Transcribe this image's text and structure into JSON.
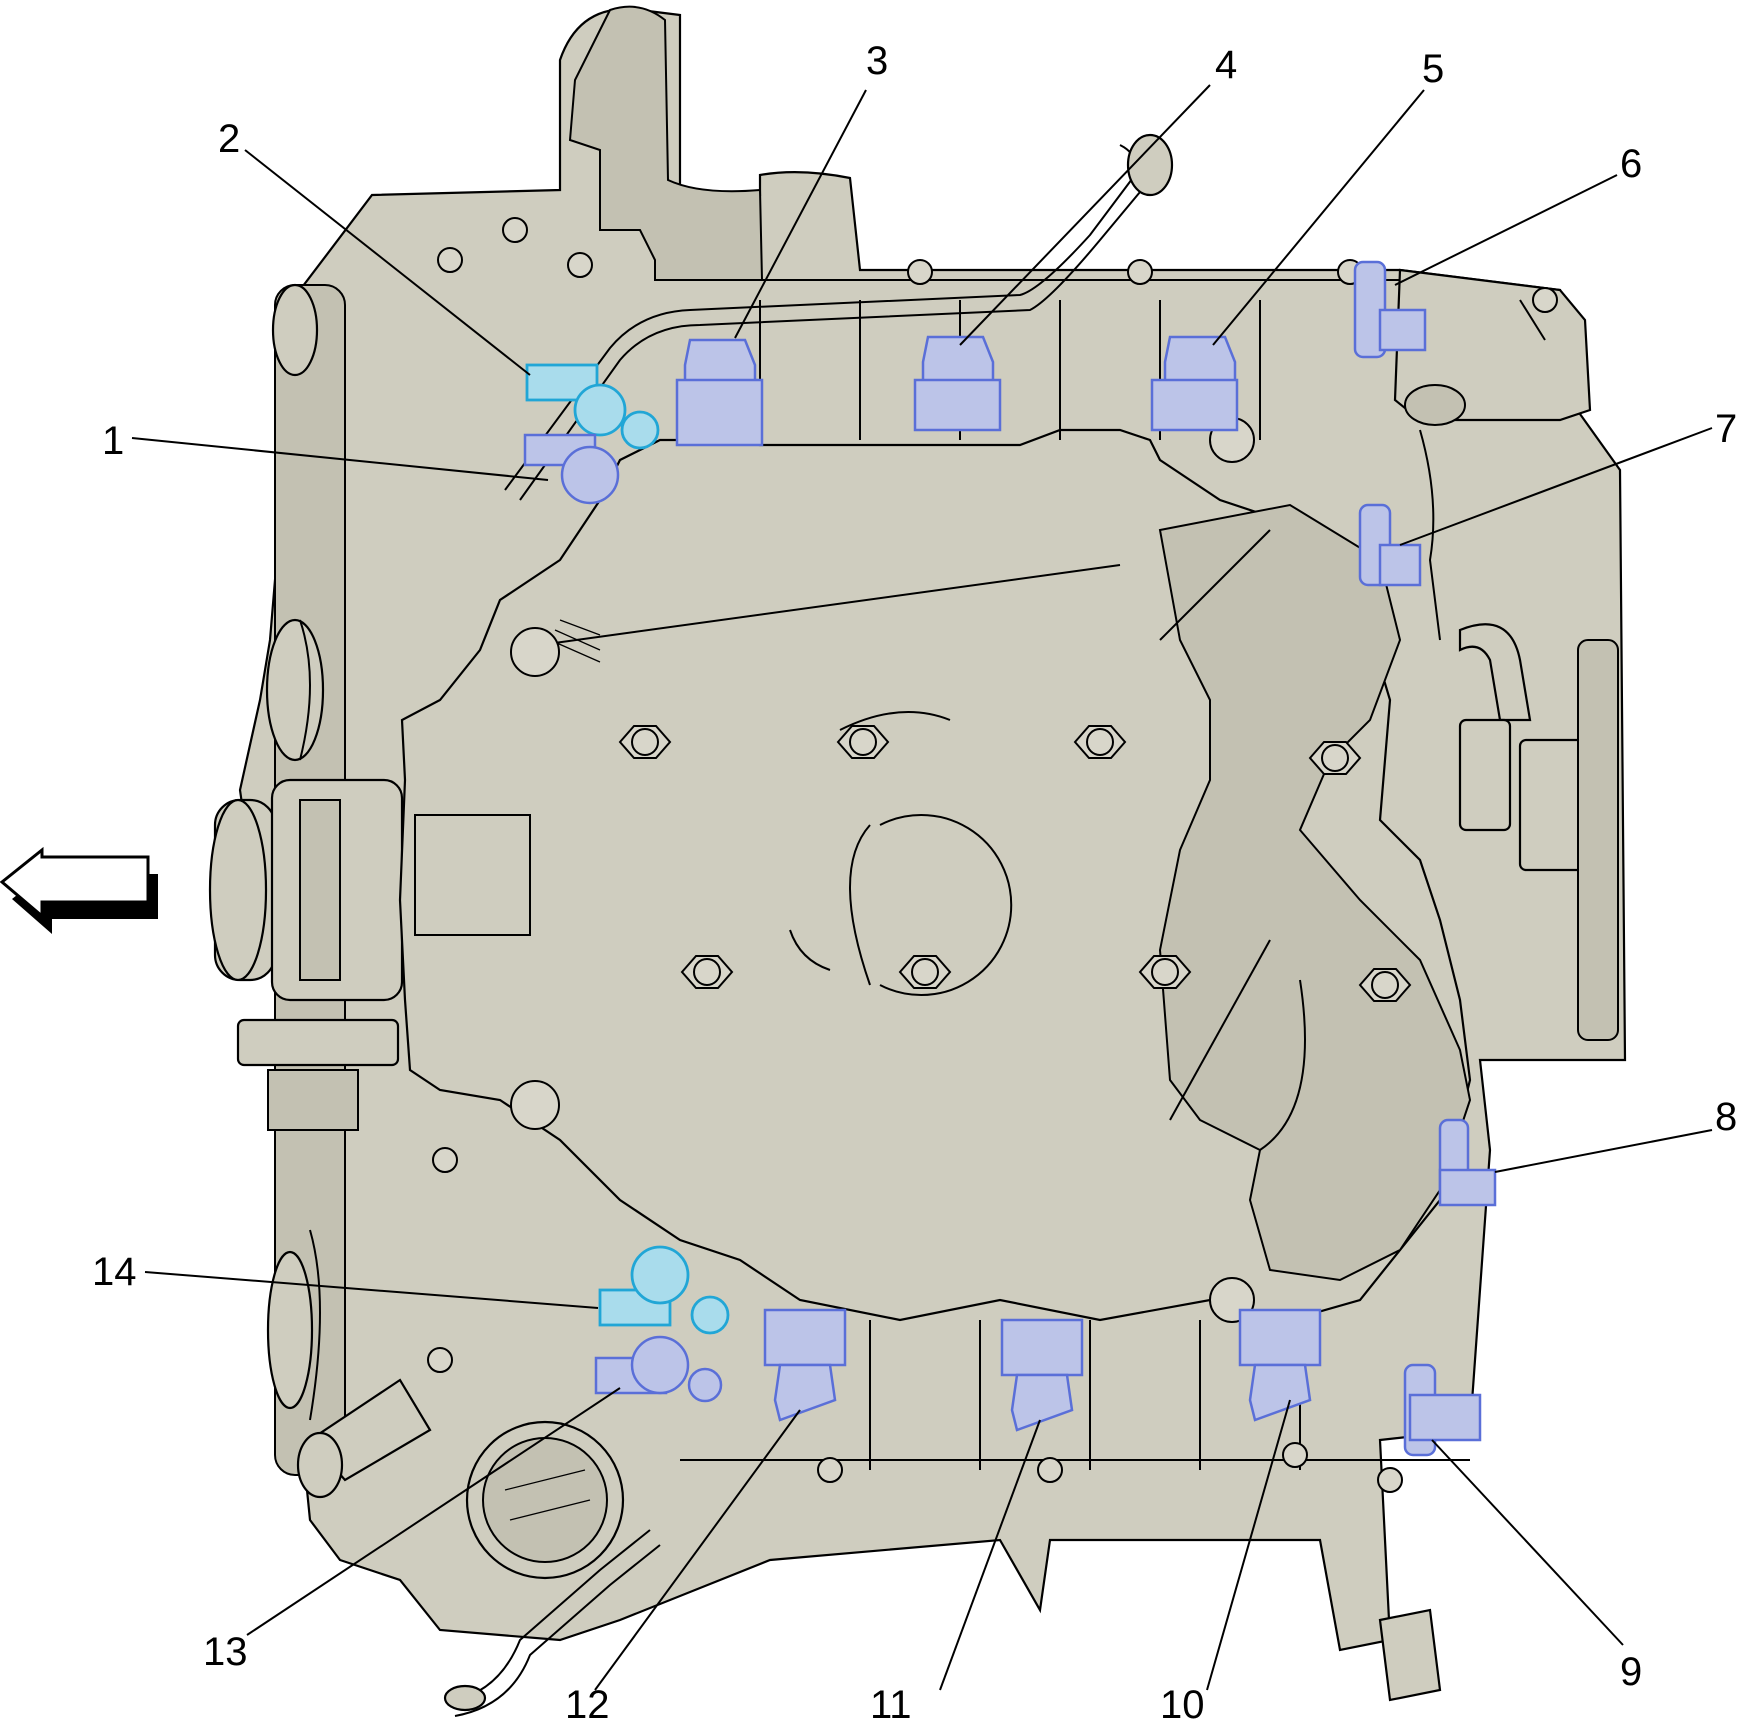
{
  "diagram": {
    "type": "engine component locator (top view)",
    "direction_arrow": "left",
    "colors": {
      "engine_fill": "#cfcdbf",
      "outline": "#000000",
      "component_blue": "#5a6fd8",
      "component_highlight": "#21a6d6",
      "background": "#ffffff"
    },
    "callouts": [
      {
        "id": "c1",
        "label": "1"
      },
      {
        "id": "c2",
        "label": "2"
      },
      {
        "id": "c3",
        "label": "3"
      },
      {
        "id": "c4",
        "label": "4"
      },
      {
        "id": "c5",
        "label": "5"
      },
      {
        "id": "c6",
        "label": "6"
      },
      {
        "id": "c7",
        "label": "7"
      },
      {
        "id": "c8",
        "label": "8"
      },
      {
        "id": "c9",
        "label": "9"
      },
      {
        "id": "c10",
        "label": "10"
      },
      {
        "id": "c11",
        "label": "11"
      },
      {
        "id": "c12",
        "label": "12"
      },
      {
        "id": "c13",
        "label": "13"
      },
      {
        "id": "c14",
        "label": "14"
      }
    ]
  }
}
